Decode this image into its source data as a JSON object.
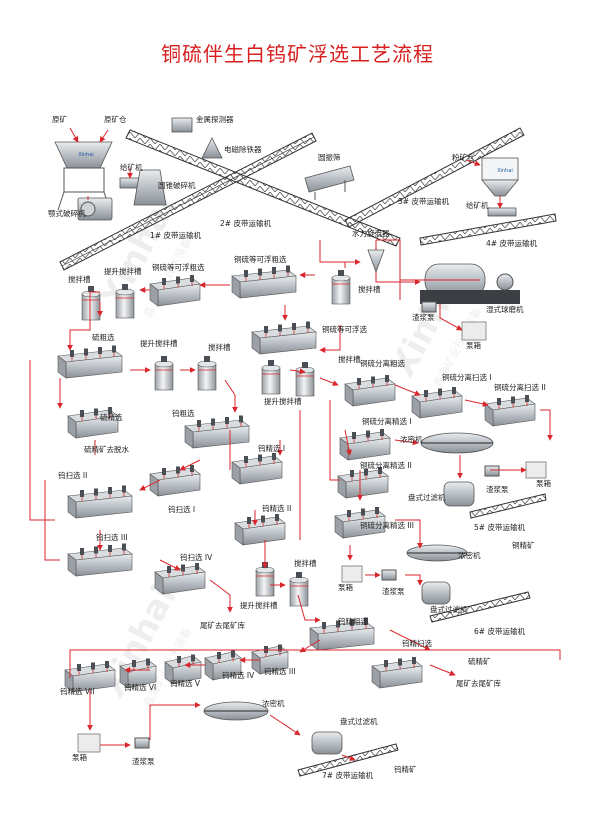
{
  "title": "铜硫伴生白钨矿浮选工艺流程",
  "brand": "Xinhai",
  "watermark_lines": [
    "Xinhai",
    "鑫海矿业技术装备"
  ],
  "colors": {
    "title": "#d81e1e",
    "flow": "#d9262c",
    "equipment": "#8e9499",
    "label": "#222222"
  },
  "labels": {
    "raw_ore": "原矿",
    "raw_ore_bin": "原矿仓",
    "metal_detector": "金属探测器",
    "magnetic_separator": "电磁除铁器",
    "feeder": "给矿机",
    "cone_crusher": "圆锥破碎机",
    "vibrating_screen": "圆振筛",
    "jaw_crusher": "颚式破碎机",
    "belt1": "1# 皮带运输机",
    "belt2": "2# 皮带运输机",
    "belt3": "3# 皮带运输机",
    "powder_bin": "粉矿仓",
    "feeder2": "给矿机",
    "hydrocyclone": "水力旋流器",
    "belt4": "4# 皮带运输机",
    "agitator1": "搅拌槽",
    "lift_agitator1": "提升搅拌槽",
    "cusf_equal_rough1": "铜硫等可浮粗选",
    "cusf_equal_rough2": "铜硫等可浮粗选",
    "agitator2": "搅拌槽",
    "ball_mill": "湿式球磨机",
    "slurry_pump1": "渣浆泵",
    "pump_box1": "泵箱",
    "sulfur_rough": "硫粗选",
    "cusf_equal_float": "铜硫等可浮选",
    "lift_agitator2": "提升搅拌槽",
    "agitator3": "搅拌槽",
    "agitator4": "搅拌槽",
    "lift_agitator3": "提升搅拌槽",
    "cusf_sep_rough": "铜硫分离粗选",
    "cusf_sep_scav1": "铜硫分离扫选 I",
    "cusf_sep_scav2": "铜硫分离扫选 II",
    "sulfur_clean": "硫精选",
    "w_rough": "钨粗选",
    "cusf_sep_clean1": "铜硫分离精选 I",
    "thickener1": "浓密机",
    "s_conc_dewater": "硫精矿去脱水",
    "w_clean1": "钨精选 I",
    "cusf_sep_clean2": "铜硫分离精选 II",
    "pump_box2": "泵箱",
    "slurry_pump2": "渣浆泵",
    "w_scav2": "钨扫选 II",
    "disc_filter1": "盘式过滤机",
    "w_scav1": "钨扫选 I",
    "w_clean2": "钨精选 II",
    "cusf_sep_clean3": "铜硫分离精选 III",
    "belt5": "5# 皮带运输机",
    "w_scav3": "钨扫选 III",
    "cu_conc": "铜精矿",
    "thickener2": "浓密机",
    "pump_box3": "泵箱",
    "slurry_pump3": "渣浆泵",
    "w_scav4": "钨扫选 IV",
    "agitator5": "搅拌槽",
    "disc_filter2": "盘式过滤机",
    "lift_agitator4": "提升搅拌槽",
    "tailings1": "尾矿去尾矿库",
    "belt6": "6# 皮带运输机",
    "w_clean_rough": "钨精粗选",
    "s_conc": "硫精矿",
    "w_clean_scav": "钨精扫选",
    "w_clean7": "钨精选 VII",
    "w_clean6": "钨精选 VI",
    "w_clean5": "钨精选 V",
    "w_clean4": "钨精选 IV",
    "w_clean3": "钨精选 III",
    "tailings2": "尾矿去尾矿库",
    "thickener3": "浓密机",
    "pump_box4": "泵箱",
    "disc_filter3": "盘式过滤机",
    "slurry_pump4": "渣浆泵",
    "belt7": "7# 皮带运输机",
    "w_conc": "钨精矿"
  }
}
